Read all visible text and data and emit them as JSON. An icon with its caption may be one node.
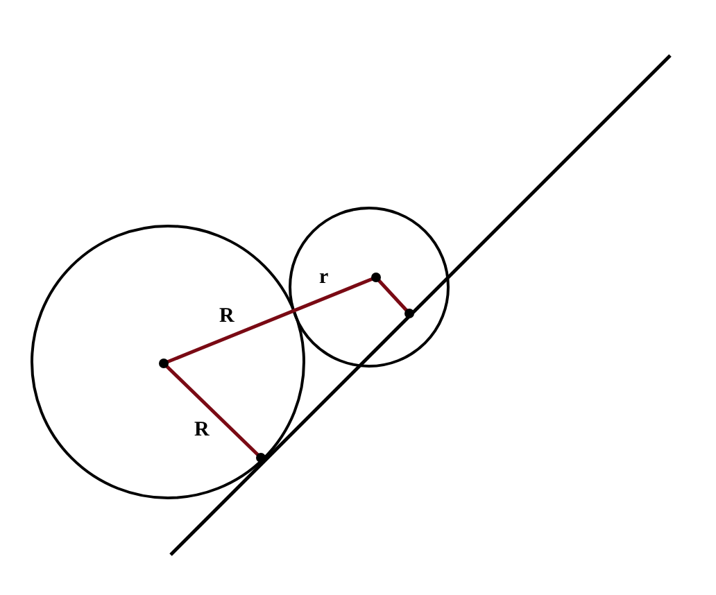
{
  "diagram": {
    "labels": [
      "r",
      "R",
      "R"
    ]
  }
}
